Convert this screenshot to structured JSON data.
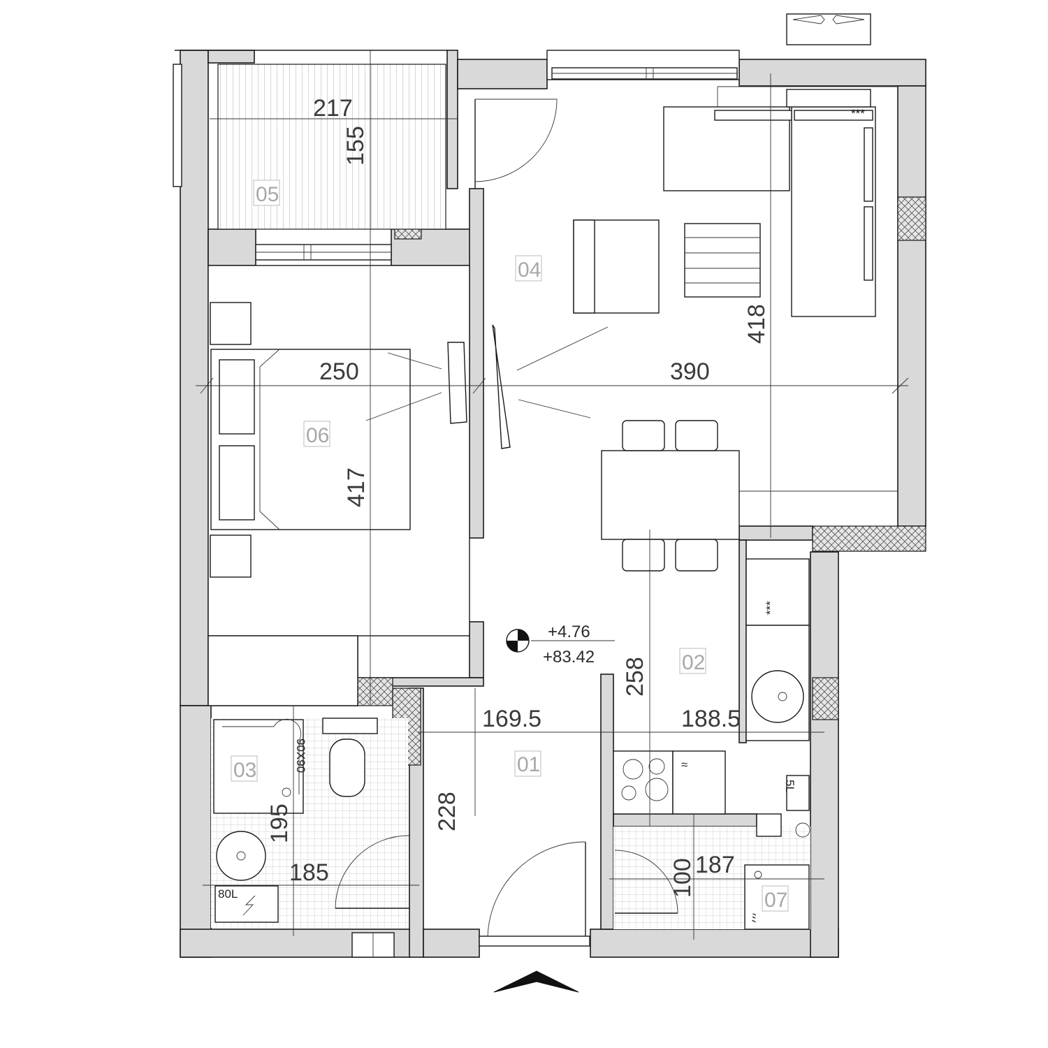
{
  "plan": {
    "rooms": [
      {
        "id": "room-01",
        "label": "01"
      },
      {
        "id": "room-02",
        "label": "02"
      },
      {
        "id": "room-03",
        "label": "03"
      },
      {
        "id": "room-04",
        "label": "04"
      },
      {
        "id": "room-05",
        "label": "05"
      },
      {
        "id": "room-06",
        "label": "06"
      },
      {
        "id": "room-07",
        "label": "07"
      }
    ],
    "dimensions": {
      "terrace_width": "217",
      "terrace_depth": "155",
      "bedroom_width": "250",
      "bedroom_depth": "417",
      "living_width": "390",
      "living_depth": "418",
      "hall_width": "169.5",
      "kitchen_width": "188.5",
      "kitchen_depth": "258",
      "hall_depth": "228",
      "bath_width": "185",
      "bath_depth": "195",
      "utility_width": "187",
      "utility_depth": "100"
    },
    "levels": {
      "relative": "+4.76",
      "absolute": "+83.42"
    },
    "fixtures": {
      "shower_size": "90X90",
      "boiler_volume": "80L",
      "heater_volume": "5L",
      "appliance_marker": "***"
    }
  }
}
